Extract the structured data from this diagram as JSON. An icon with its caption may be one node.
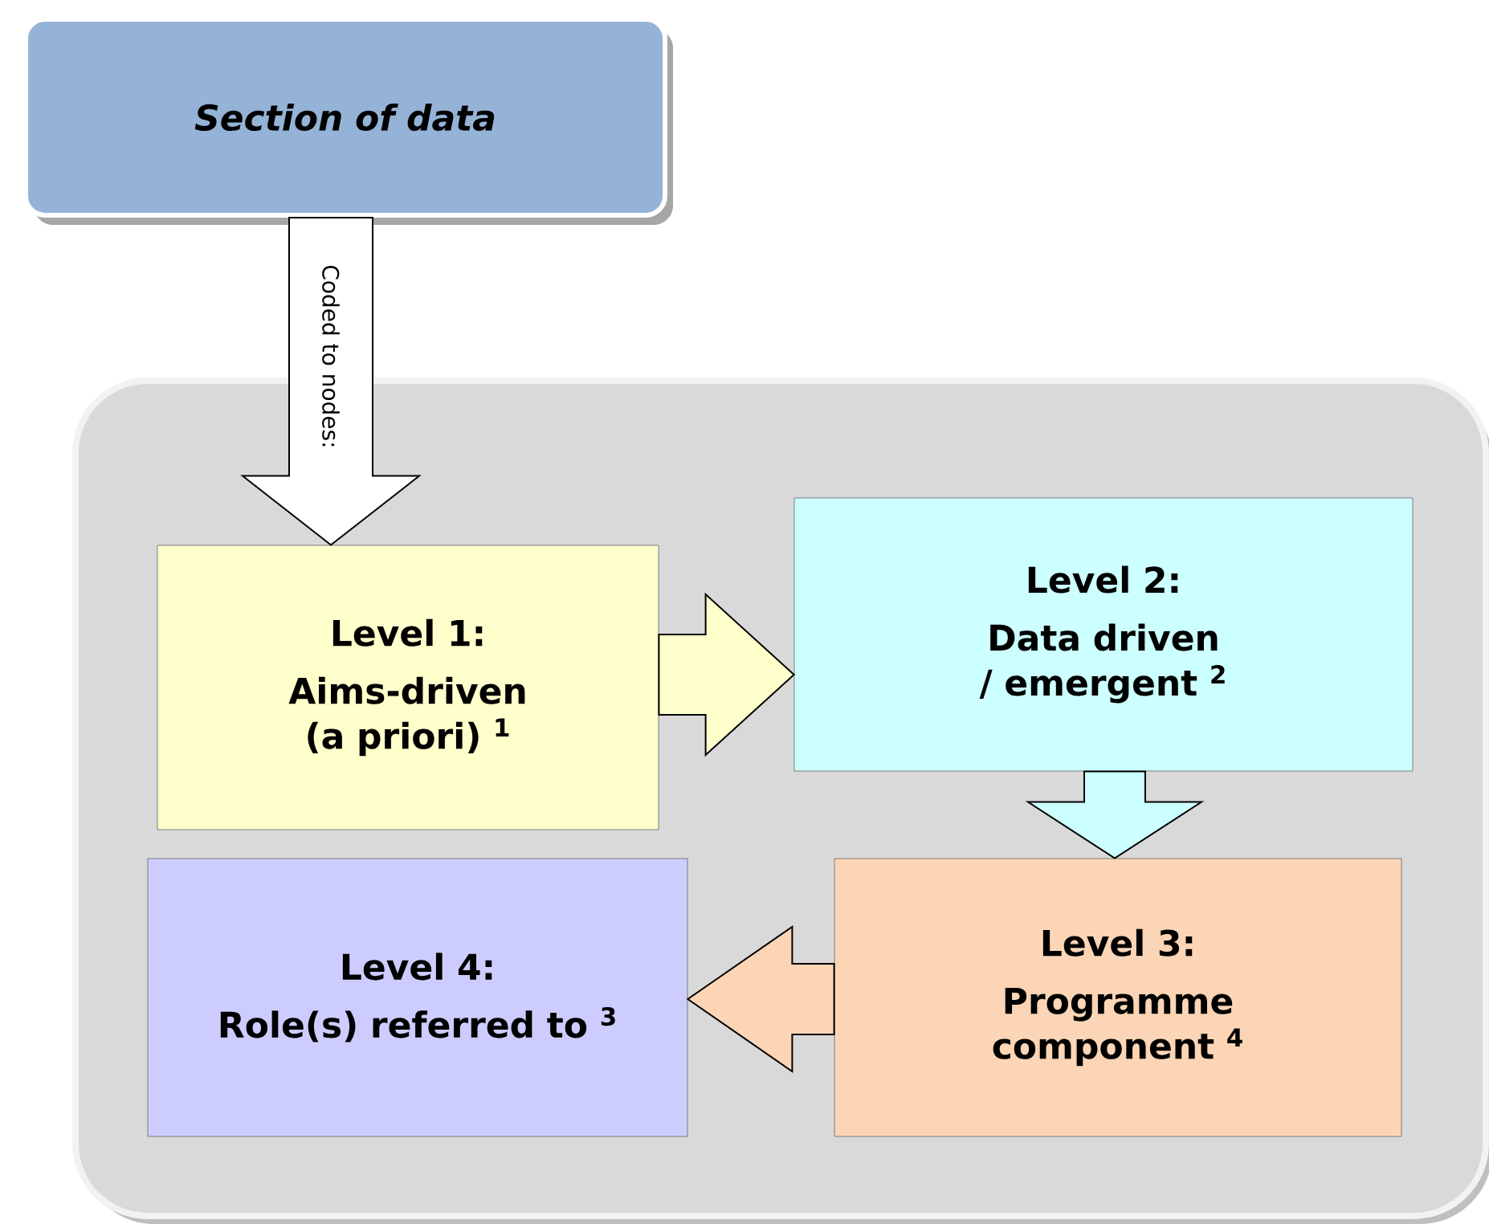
{
  "diagram": {
    "nodes": [
      {
        "text": [
          "Section of data"
        ]
      },
      {
        "text": [],
        "shape": "box"
      },
      {
        "text": [
          "Level 1:",
          "Aims-driven (a priori) $^{1}$"
        ],
        "in": 1
      },
      {
        "text": [
          "Level 2:",
          "Data driven / emergent $^{2}$"
        ],
        "in": 1
      },
      {
        "text": [
          "Level 3:",
          "Programme component $^{4}$"
        ],
        "in": 1
      },
      {
        "text": [
          "Level 4:",
          "Role(s) referred to $^{3}$"
        ],
        "in": 1
      }
    ],
    "edges": [
      {
        "from": 0,
        "to": 2,
        "arrow": "to",
        "label": "Coded to nodes:"
      },
      {
        "from": 2,
        "to": 3,
        "arrow": "to"
      },
      {
        "from": 3,
        "to": 4,
        "arrow": "to"
      },
      {
        "from": 4,
        "to": 5,
        "arrow": "to"
      }
    ]
  }
}
